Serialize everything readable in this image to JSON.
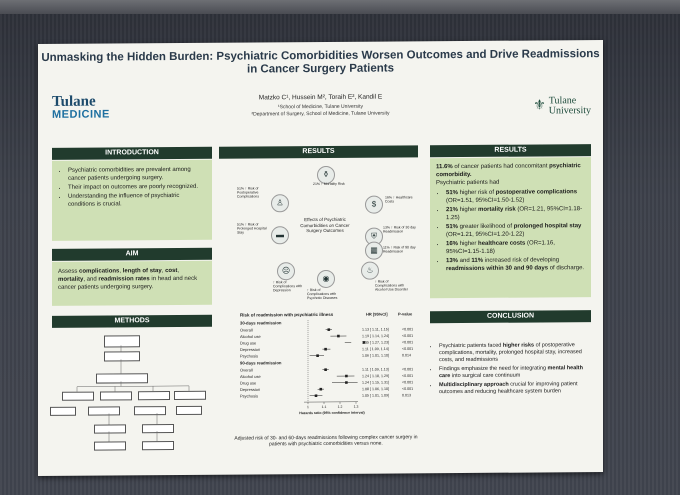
{
  "poster": {
    "title_line1": "Unmasking the Hidden Burden: Psychiatric Comorbidities Worsen Outcomes and Drive Readmissions",
    "title_line2": "in Cancer Surgery Patients",
    "authors": "Matzko C¹, Hussein M², Toraih E², Kandil E",
    "affiliation1": "¹School of Medicine, Tulane University",
    "affiliation2": "²Department of Surgery, School of Medicine, Tulane University",
    "logo_left_main": "Tulane",
    "logo_left_sub": "MEDICINE",
    "logo_right_line1": "Tulane",
    "logo_right_line2": "University"
  },
  "introduction": {
    "header": "INTRODUCTION",
    "bullets": [
      "Psychiatric comorbidities are prevalent among cancer patients undergoing surgery.",
      "Their impact on outcomes are poorly recognized.",
      "Understanding the influence of psychiatric conditions is crucial."
    ]
  },
  "aim": {
    "header": "AIM",
    "text_parts": [
      {
        "t": "Assess ",
        "b": false
      },
      {
        "t": "complications",
        "b": true
      },
      {
        "t": ", ",
        "b": false
      },
      {
        "t": "length of stay",
        "b": true
      },
      {
        "t": ", ",
        "b": false
      },
      {
        "t": "cost",
        "b": true
      },
      {
        "t": ", ",
        "b": false
      },
      {
        "t": "mortality",
        "b": true
      },
      {
        "t": ", and ",
        "b": false
      },
      {
        "t": "readmission rates",
        "b": true
      },
      {
        "t": " in head and neck cancer patients undergoing surgery.",
        "b": false
      }
    ]
  },
  "methods": {
    "header": "METHODS"
  },
  "results_middle": {
    "header": "RESULTS",
    "diagram_center": "Effects of Psychiatric Comorbidities on Cancer Surgery Outcomes",
    "nodes": [
      {
        "label": "21% ↑ Mortality Risk",
        "icon": "coffin-icon",
        "glyph": "⚱"
      },
      {
        "label": "16% ↑ Healthcare Costs",
        "icon": "money-icon",
        "glyph": "$"
      },
      {
        "label": "13% ↑ Risk of 30 day Readmission",
        "icon": "hospital-bed-icon",
        "glyph": "⛨"
      },
      {
        "label": "11% ↑ Risk of 90 day Readmission",
        "icon": "hospital-icon",
        "glyph": "▦"
      },
      {
        "label": "↑ Risk of Complications with Alcohol Use Disorder",
        "icon": "alcohol-icon",
        "glyph": "♨"
      },
      {
        "label": "↑ Risk of Complications with Psychotic Diseases",
        "icon": "brain-icon",
        "glyph": "◉"
      },
      {
        "label": "↑ Risk of Complications with Depression",
        "icon": "depression-icon",
        "glyph": "☹"
      },
      {
        "label": "51% ↑ Risk of Prolonged Hospital Stay",
        "icon": "bed-icon",
        "glyph": "▬"
      },
      {
        "label": "51% ↑ Risk of Postoperative Complications",
        "icon": "patient-icon",
        "glyph": "♙"
      }
    ],
    "forest": {
      "title": "Risk of readmission with psychiatric illness",
      "hr_header": "HR [95%CI]",
      "p_header": "P-value",
      "group1": "30-days readmission",
      "group2": "90-days readmission",
      "rows1": [
        {
          "name": "Overall",
          "hr": "1.13 [ 1.11, 1.15]",
          "p": "<0.001"
        },
        {
          "name": "Alcohol use",
          "hr": "1.19 [ 1.14, 1.24]",
          "p": "<0.001"
        },
        {
          "name": "Drug use",
          "hr": "1.35 [ 1.27, 1.23]",
          "p": "<0.001"
        },
        {
          "name": "Depression",
          "hr": "1.11 [ 1.09, 1.14]",
          "p": "<0.001"
        },
        {
          "name": "Psychosis",
          "hr": "1.06 [ 1.01, 1.10]",
          "p": "0.014"
        }
      ],
      "rows2": [
        {
          "name": "Overall",
          "hr": "1.11 [ 1.09, 1.13]",
          "p": "<0.001"
        },
        {
          "name": "Alcohol use",
          "hr": "1.24 [ 1.18, 1.29]",
          "p": "<0.001"
        },
        {
          "name": "Drug use",
          "hr": "1.24 [ 1.15, 1.31]",
          "p": "<0.001"
        },
        {
          "name": "Depression",
          "hr": "1.08 [ 1.06, 1.10]",
          "p": "<0.001"
        },
        {
          "name": "Psychosis",
          "hr": "1.05 [ 1.01, 1.09]",
          "p": "0.013"
        }
      ],
      "xlabel": "Hazards ratio (95% confidence interval)",
      "xticks": [
        "1",
        "1.1",
        "1.2",
        "1.3"
      ]
    },
    "caption": "Adjusted risk of 30- and 60-days readmissions following complex cancer surgery in patients with psychiatric comorbidities versus none."
  },
  "results_right": {
    "header": "RESULTS",
    "intro_bold": "11.6%",
    "intro_rest": " of cancer patients had concomitant ",
    "intro_bold2": "psychiatric comorbidity.",
    "intro_line2": "Psychiatric patients had",
    "bullets": [
      [
        {
          "t": "51%",
          "b": true
        },
        {
          "t": " higher risk of ",
          "b": false
        },
        {
          "t": "postoperative complications",
          "b": true
        },
        {
          "t": " (OR=1.51, 95%CI=1.50-1.52)",
          "b": false
        }
      ],
      [
        {
          "t": "21%",
          "b": true
        },
        {
          "t": " higher ",
          "b": false
        },
        {
          "t": "mortality risk",
          "b": true
        },
        {
          "t": " (OR=1.21, 95%CI=1.18-1.25)",
          "b": false
        }
      ],
      [
        {
          "t": "51%",
          "b": true
        },
        {
          "t": " greater likelihood of ",
          "b": false
        },
        {
          "t": "prolonged hospital stay",
          "b": true
        },
        {
          "t": " (OR=1.21, 95%CI=1.20-1.22)",
          "b": false
        }
      ],
      [
        {
          "t": "16%",
          "b": true
        },
        {
          "t": " higher ",
          "b": false
        },
        {
          "t": "healthcare costs",
          "b": true
        },
        {
          "t": " (OR=1.16, 95%CI=1.15-1.18)",
          "b": false
        }
      ],
      [
        {
          "t": "13%",
          "b": true
        },
        {
          "t": " and ",
          "b": false
        },
        {
          "t": "11%",
          "b": true
        },
        {
          "t": " increased risk of developing ",
          "b": false
        },
        {
          "t": "readmissions within 30 and 90 days",
          "b": true
        },
        {
          "t": " of discharge.",
          "b": false
        }
      ]
    ]
  },
  "conclusion": {
    "header": "CONCLUSION",
    "bullets": [
      [
        {
          "t": "Psychiatric patients faced ",
          "b": false
        },
        {
          "t": "higher risks",
          "b": true
        },
        {
          "t": " of postoperative complications, mortality, prolonged hospital stay, increased costs, and readmissions",
          "b": false
        }
      ],
      [
        {
          "t": "Findings emphasize the need for integrating ",
          "b": false
        },
        {
          "t": "mental health care",
          "b": true
        },
        {
          "t": " into surgical care continuum",
          "b": false
        }
      ],
      [
        {
          "t": "Multidisciplinary approach",
          "b": true
        },
        {
          "t": " crucial for improving patient outcomes and reducing healthcare system burden",
          "b": false
        }
      ]
    ]
  },
  "colors": {
    "header_bg": "#213b2d",
    "box_bg": "#cfe0b5",
    "title": "#2a3a4a"
  }
}
